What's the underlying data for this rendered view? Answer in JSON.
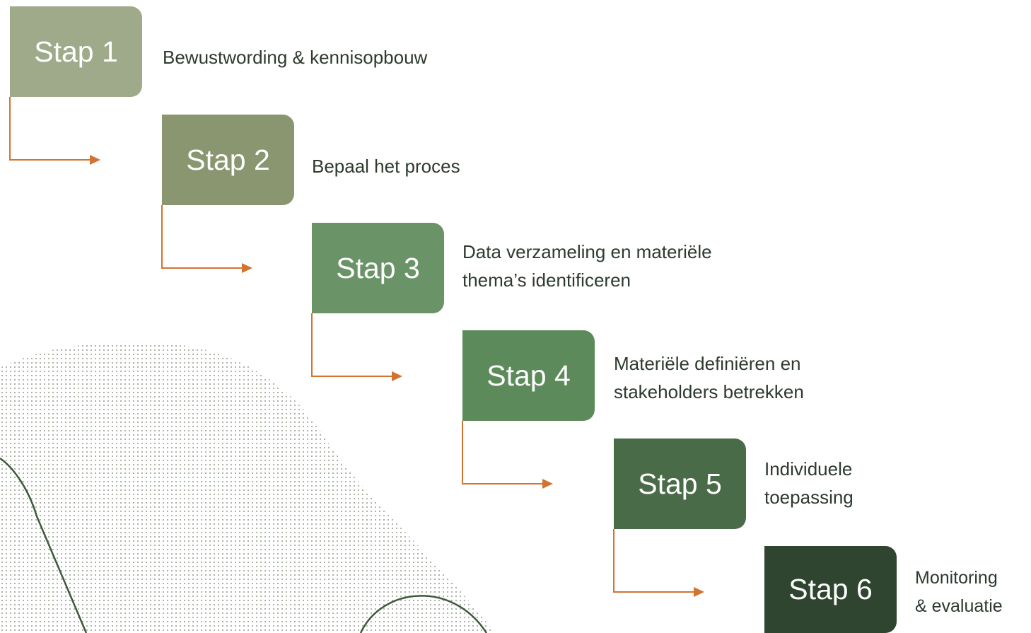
{
  "steps": [
    {
      "label": "Stap 1",
      "description": [
        "Bewustwording & kennisopbouw"
      ],
      "color": "#9faa8a"
    },
    {
      "label": "Stap 2",
      "description": [
        "Bepaal het proces"
      ],
      "color": "#8a966f"
    },
    {
      "label": "Stap 3",
      "description": [
        "Data verzameling en materiële",
        "thema’s identificeren"
      ],
      "color": "#6a9467"
    },
    {
      "label": "Stap 4",
      "description": [
        "Materiële definiëren en",
        "stakeholders betrekken"
      ],
      "color": "#5d8a5a"
    },
    {
      "label": "Stap 5",
      "description": [
        "Individuele",
        "toepassing"
      ],
      "color": "#4a6b47"
    },
    {
      "label": "Stap 6",
      "description": [
        "Monitoring",
        "& evaluatie"
      ],
      "color": "#2f4530"
    }
  ],
  "connector_color": "#d2732f",
  "decoration_line_color": "#3f5a3b",
  "decoration_dot_color": "#6f7d68"
}
